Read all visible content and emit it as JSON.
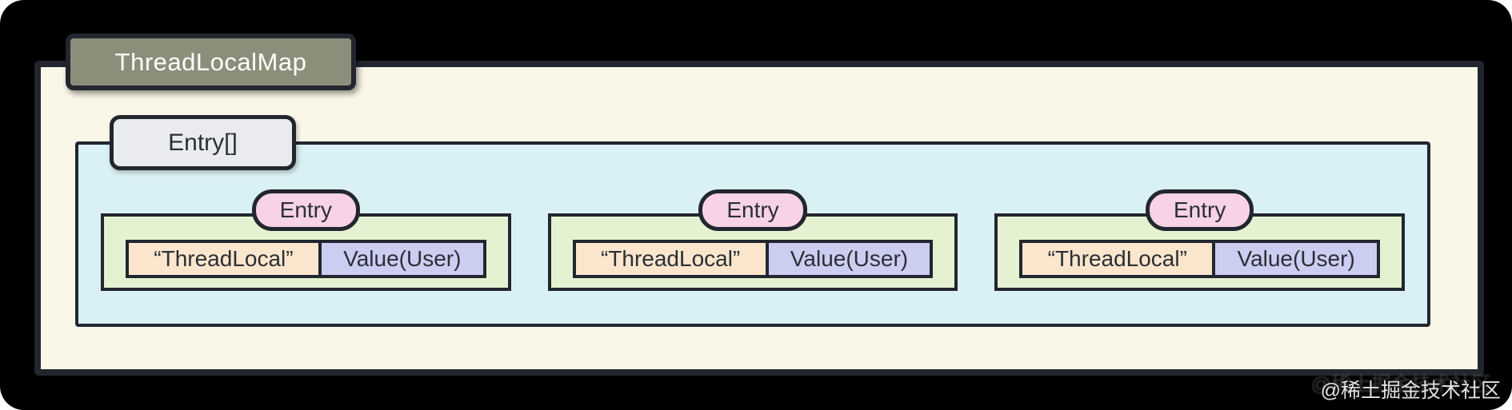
{
  "diagram": {
    "title": "ThreadLocalMap",
    "array_label": "Entry[]",
    "entries": [
      {
        "badge": "Entry",
        "key": "“ThreadLocal”",
        "value": "Value(User)"
      },
      {
        "badge": "Entry",
        "key": "“ThreadLocal”",
        "value": "Value(User)"
      },
      {
        "badge": "Entry",
        "key": "“ThreadLocal”",
        "value": "Value(User)"
      }
    ],
    "colors": {
      "canvas_background": "#000000",
      "outer_fill": "#faf7e8",
      "title_fill": "#8b8e79",
      "title_text": "#ffffff",
      "array_label_fill": "#e9ebee",
      "array_box_fill": "#d9f0f4",
      "entry_box_fill": "#e4f2d1",
      "entry_badge_fill": "#f8d2e6",
      "key_cell_fill": "#fbe6cd",
      "value_cell_fill": "#cbcef1",
      "border": "#22262e",
      "text": "#2b2f36"
    }
  },
  "watermark": {
    "text": "@稀土掘金技术社区"
  }
}
